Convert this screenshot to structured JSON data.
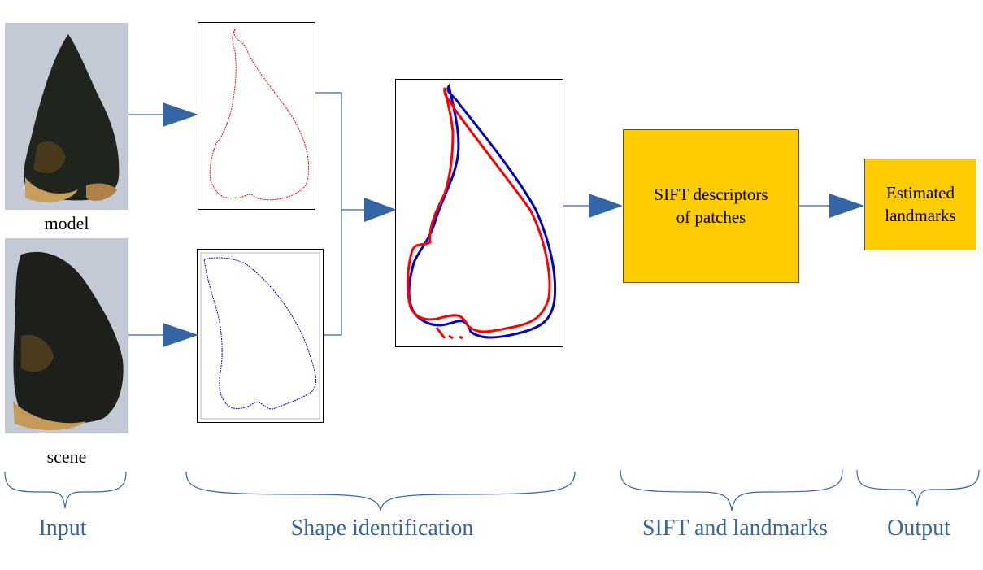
{
  "inputs": {
    "model_label": "model",
    "scene_label": "scene"
  },
  "boxes": {
    "sift": {
      "line1": "SIFT descriptors",
      "line2": "of patches"
    },
    "output": {
      "line1": "Estimated",
      "line2": "landmarks"
    }
  },
  "sections": {
    "input": "Input",
    "shape": "Shape identification",
    "sift": "SIFT and landmarks",
    "output": "Output"
  },
  "colors": {
    "arrow": "#3465a4",
    "box_fill": "#ffcc00",
    "model_contour": "#ff0000",
    "scene_contour": "#0000cc",
    "label": "#3465a4"
  }
}
